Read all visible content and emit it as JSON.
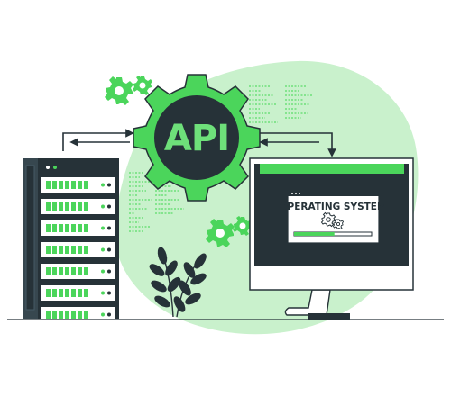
{
  "illustration": {
    "center_label": "API",
    "monitor_label": "OPERATING SYSTEM",
    "progress": 0.52
  },
  "colors": {
    "accent": "#4bd55b",
    "accent_light": "#c9f1cc",
    "dark": "#263238",
    "white": "#ffffff"
  },
  "icons": [
    "gear-icon",
    "server-icon",
    "monitor-icon",
    "plant-icon",
    "code-lines",
    "arrow-icon"
  ]
}
